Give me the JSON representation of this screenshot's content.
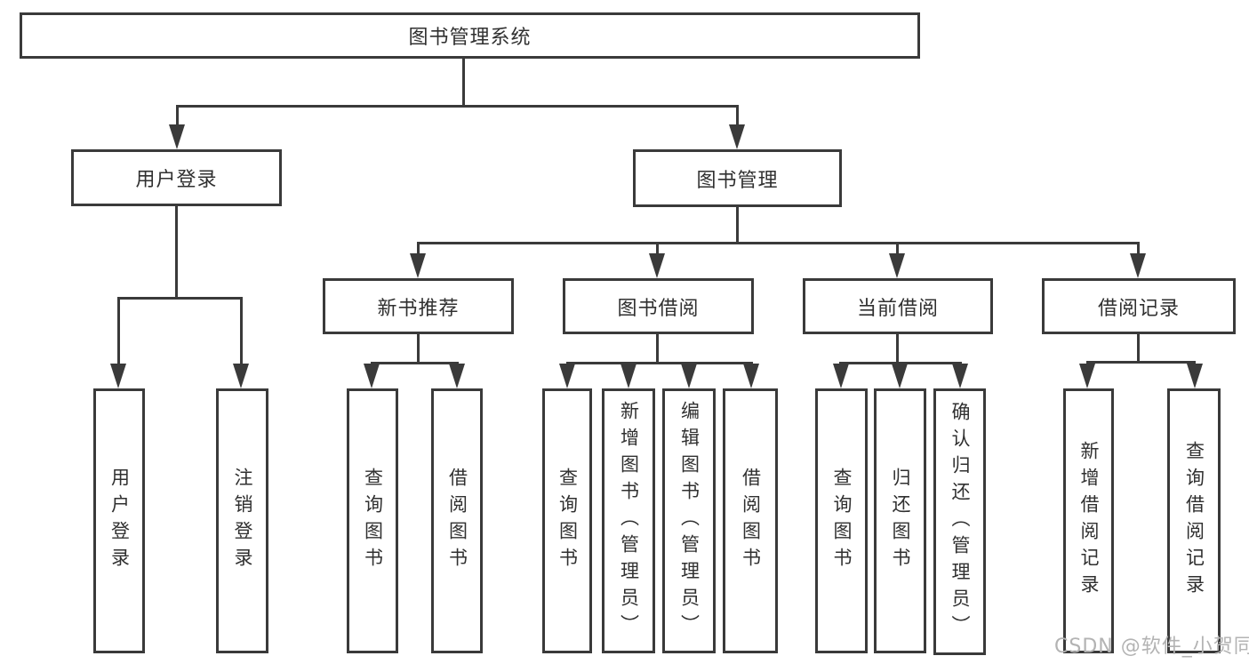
{
  "diagram": {
    "title": "图书管理系统",
    "root": {
      "label": "图书管理系统"
    },
    "level2": [
      {
        "label": "用户登录",
        "children": [
          {
            "label": "用户登录"
          },
          {
            "label": "注销登录"
          }
        ]
      },
      {
        "label": "图书管理",
        "children": [
          {
            "label": "新书推荐",
            "children": [
              {
                "label": "查询图书"
              },
              {
                "label": "借阅图书"
              }
            ]
          },
          {
            "label": "图书借阅",
            "children": [
              {
                "label": "查询图书"
              },
              {
                "label": "新增图书（管理员）"
              },
              {
                "label": "编辑图书（管理员）"
              },
              {
                "label": "借阅图书"
              }
            ]
          },
          {
            "label": "当前借阅",
            "children": [
              {
                "label": "查询图书"
              },
              {
                "label": "归还图书"
              },
              {
                "label": "确认归还（管理员）"
              }
            ]
          },
          {
            "label": "借阅记录",
            "children": [
              {
                "label": "新增借阅记录"
              },
              {
                "label": "查询借阅记录"
              }
            ]
          }
        ]
      }
    ],
    "watermark": "CSDN @软件_小贺同学",
    "colors": {
      "line": "#3a3a3a",
      "text": "#303030",
      "background": "#ffffff",
      "watermark": "#b3b3b3"
    }
  }
}
